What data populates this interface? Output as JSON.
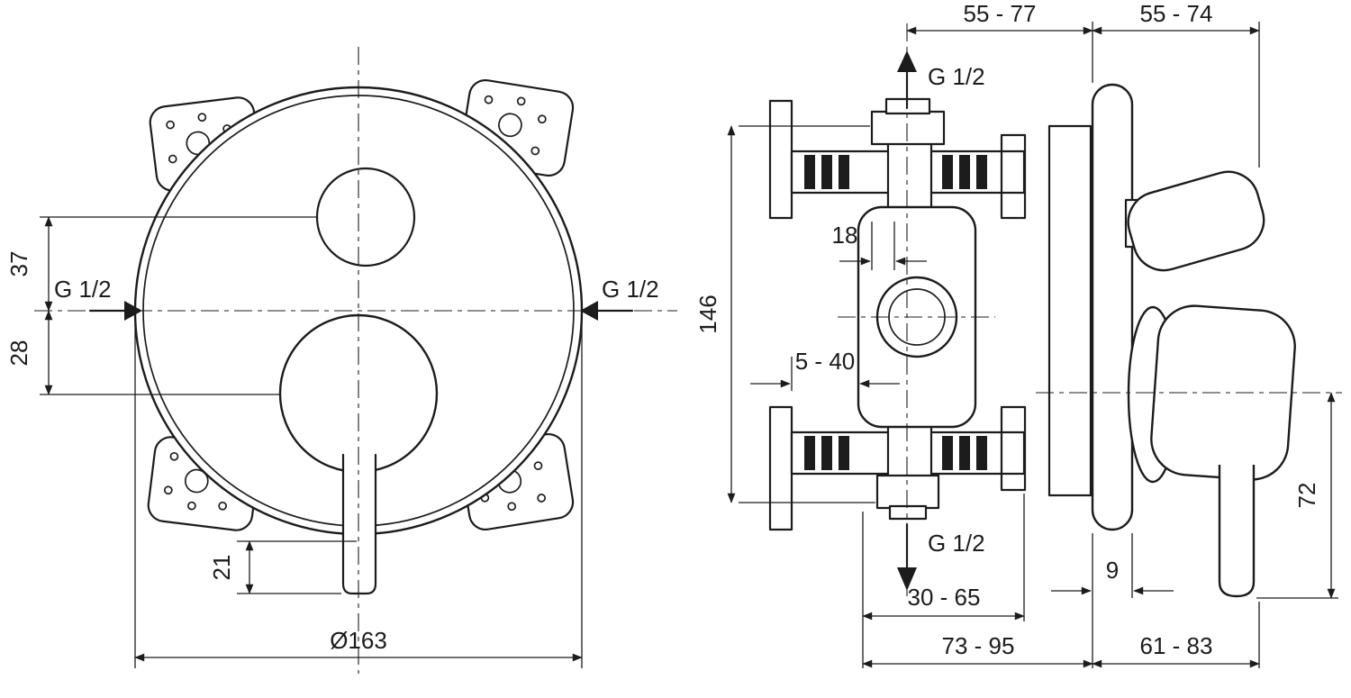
{
  "palette": {
    "line": "#1c1c1c",
    "background": "#ffffff"
  },
  "front_view": {
    "dims": {
      "d37": "37",
      "d28": "28",
      "d21": "21",
      "diameter": "Ø163"
    },
    "ports": {
      "left": "G 1/2",
      "right": "G 1/2"
    }
  },
  "side_view": {
    "dims": {
      "top_left": "55 - 77",
      "top_right": "55 - 74",
      "d18": "18",
      "d146": "146",
      "d5_40": "5 - 40",
      "d30_65": "30 - 65",
      "d9": "9",
      "d73_95": "73 - 95",
      "d61_83": "61 - 83",
      "d72": "72"
    },
    "ports": {
      "top": "G 1/2",
      "bottom": "G 1/2"
    }
  }
}
